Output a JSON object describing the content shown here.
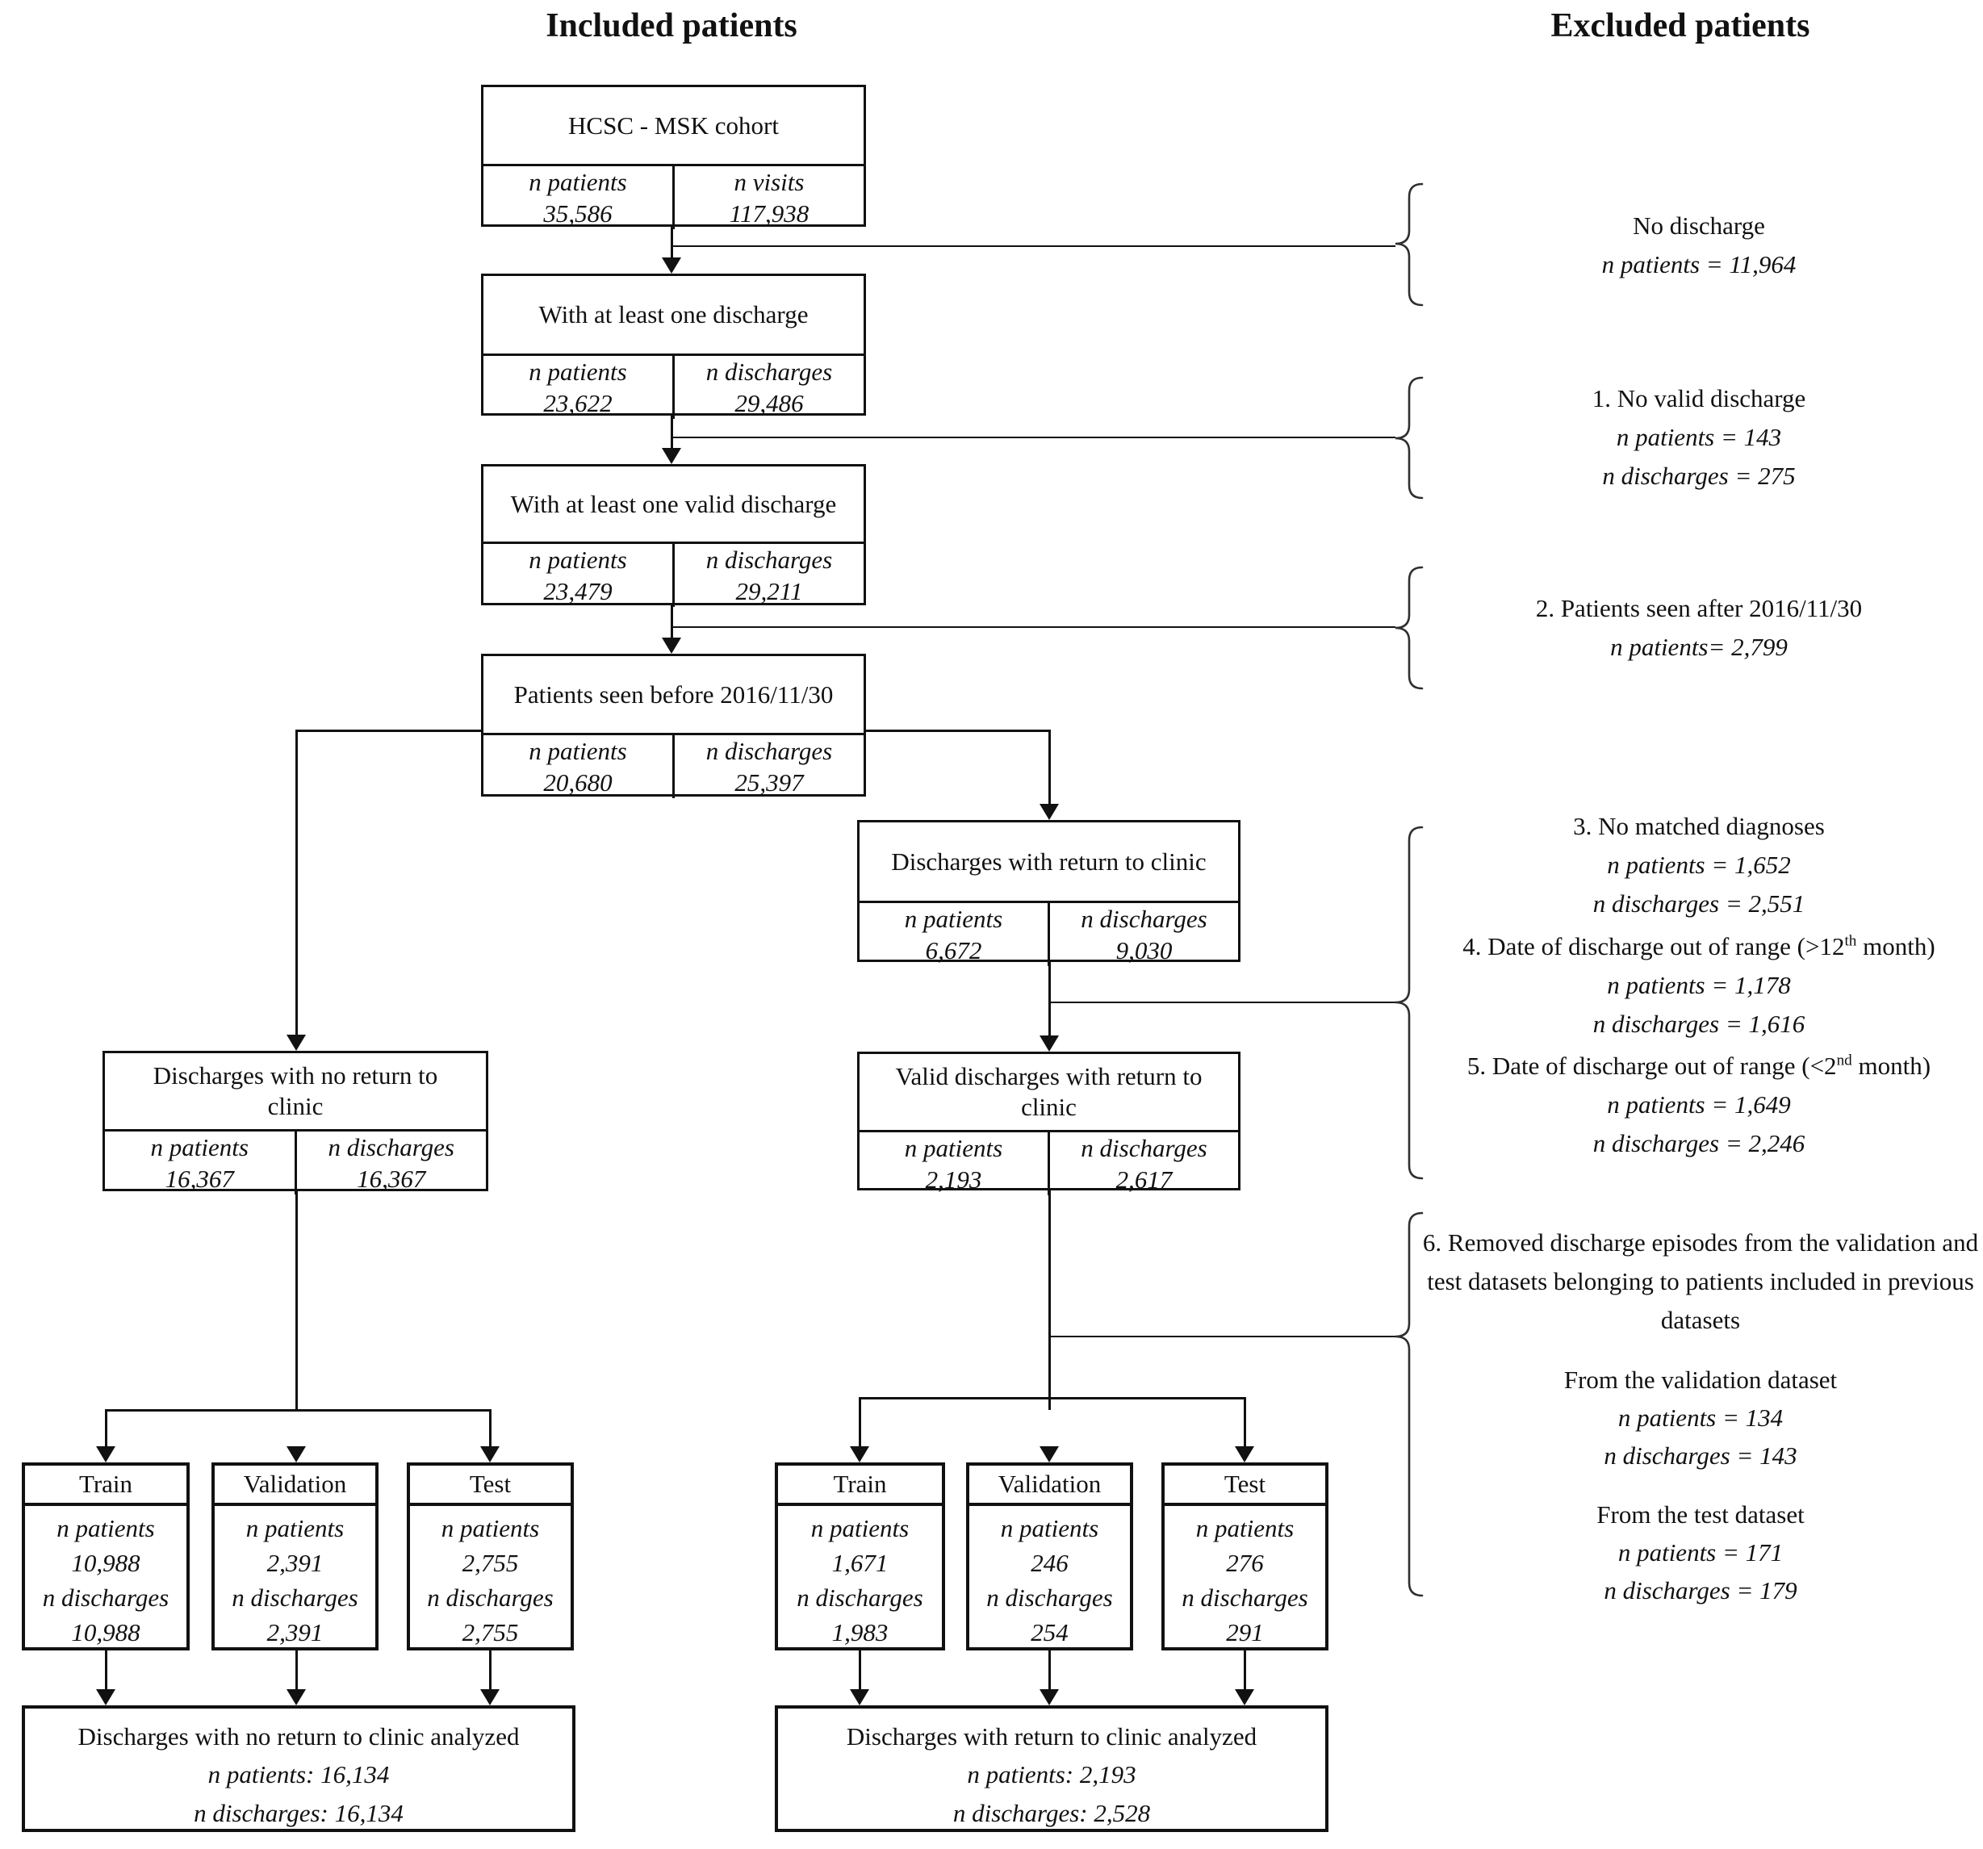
{
  "headers": {
    "included": "Included patients",
    "excluded": "Excluded patients"
  },
  "labels": {
    "n_patients": "n patients",
    "n_discharges": "n discharges"
  },
  "spine": [
    {
      "title": "HCSC - MSK cohort",
      "left_label": "n patients",
      "left_value": "35,586",
      "right_label": "n visits",
      "right_value": "117,938"
    },
    {
      "title": "With at least one discharge",
      "left_label": "n patients",
      "left_value": "23,622",
      "right_label": "n discharges",
      "right_value": "29,486"
    },
    {
      "title": "With at least one valid discharge",
      "left_label": "n patients",
      "left_value": "23,479",
      "right_label": "n discharges",
      "right_value": "29,211"
    },
    {
      "title": "Patients seen before 2016/11/30",
      "left_label": "n patients",
      "left_value": "20,680",
      "right_label": "n discharges",
      "right_value": "25,397"
    }
  ],
  "branches": {
    "no_return": {
      "title": "Discharges with no return to clinic",
      "left_label": "n patients",
      "left_value": "16,367",
      "right_label": "n discharges",
      "right_value": "16,367"
    },
    "return": {
      "title": "Discharges with return to clinic",
      "left_label": "n patients",
      "left_value": "6,672",
      "right_label": "n discharges",
      "right_value": "9,030"
    },
    "valid_return": {
      "title": "Valid discharges with return to clinic",
      "left_label": "n patients",
      "left_value": "2,193",
      "right_label": "n discharges",
      "right_value": "2,617"
    }
  },
  "datasets": {
    "no_return": [
      {
        "title": "Train",
        "patients": "10,988",
        "discharges": "10,988"
      },
      {
        "title": "Validation",
        "patients": "2,391",
        "discharges": "2,391"
      },
      {
        "title": "Test",
        "patients": "2,755",
        "discharges": "2,755"
      }
    ],
    "return": [
      {
        "title": "Train",
        "patients": "1,671",
        "discharges": "1,983"
      },
      {
        "title": "Validation",
        "patients": "246",
        "discharges": "254"
      },
      {
        "title": "Test",
        "patients": "276",
        "discharges": "291"
      }
    ]
  },
  "analyzed": {
    "no_return": {
      "title": "Discharges with no return to clinic analyzed",
      "patients": "n patients: 16,134",
      "discharges": "n discharges: 16,134"
    },
    "return": {
      "title": "Discharges with return to clinic analyzed",
      "patients": "n patients: 2,193",
      "discharges": "n discharges: 2,528"
    }
  },
  "exclusions": [
    {
      "line1": "No discharge",
      "line2": "n patients = 11,964"
    },
    {
      "line1": "1. No valid discharge",
      "line2": "n patients = 143",
      "line3": "n discharges = 275"
    },
    {
      "line1": "2. Patients seen after 2016/11/30",
      "line2": "n patients= 2,799"
    },
    {
      "line1": "3. No matched diagnoses",
      "line2": "n patients = 1,652",
      "line3": "n discharges = 2,551"
    },
    {
      "line1_pre": "4. Date of discharge out of range (>12",
      "line1_sup": "th",
      "line1_post": " month)",
      "line2": "n patients = 1,178",
      "line3": "n discharges = 1,616"
    },
    {
      "line1_pre": "5. Date of discharge out of range (<2",
      "line1_sup": "nd",
      "line1_post": " month)",
      "line2": "n patients = 1,649",
      "line3": "n discharges = 2,246"
    },
    {
      "line1": "6. Removed discharge episodes from the validation and test datasets belonging to patients included in previous datasets",
      "sub1_title": "From the validation dataset",
      "sub1_patients": "n patients = 134",
      "sub1_discharges": "n discharges = 143",
      "sub2_title": "From the test dataset",
      "sub2_patients": "n patients = 171",
      "sub2_discharges": "n discharges = 179"
    }
  ]
}
